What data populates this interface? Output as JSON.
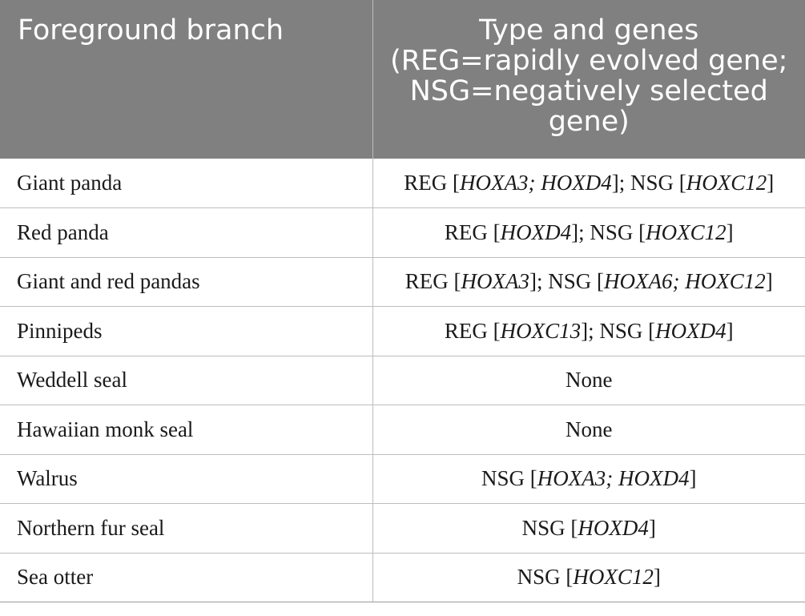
{
  "table": {
    "headers": [
      "Foreground branch",
      "Type and genes (REG=rapidly evolved gene; NSG=negatively selected gene)"
    ],
    "rows": [
      {
        "branch": "Giant panda",
        "genes": [
          {
            "t": "REG ["
          },
          {
            "t": "HOXA3; HOXD4",
            "i": true
          },
          {
            "t": "]; NSG ["
          },
          {
            "t": "HOXC12",
            "i": true
          },
          {
            "t": "]"
          }
        ]
      },
      {
        "branch": "Red panda",
        "genes": [
          {
            "t": "REG ["
          },
          {
            "t": "HOXD4",
            "i": true
          },
          {
            "t": "]; NSG ["
          },
          {
            "t": "HOXC12",
            "i": true
          },
          {
            "t": "]"
          }
        ]
      },
      {
        "branch": "Giant and red pandas",
        "genes": [
          {
            "t": "REG ["
          },
          {
            "t": "HOXA3",
            "i": true
          },
          {
            "t": "]; NSG ["
          },
          {
            "t": "HOXA6; HOXC12",
            "i": true
          },
          {
            "t": "]"
          }
        ]
      },
      {
        "branch": "Pinnipeds",
        "genes": [
          {
            "t": "REG ["
          },
          {
            "t": "HOXC13",
            "i": true
          },
          {
            "t": "]; NSG ["
          },
          {
            "t": "HOXD4",
            "i": true
          },
          {
            "t": "]"
          }
        ]
      },
      {
        "branch": "Weddell seal",
        "genes": [
          {
            "t": "None"
          }
        ]
      },
      {
        "branch": "Hawaiian monk seal",
        "genes": [
          {
            "t": "None"
          }
        ]
      },
      {
        "branch": "Walrus",
        "genes": [
          {
            "t": "NSG ["
          },
          {
            "t": "HOXA3; HOXD4",
            "i": true
          },
          {
            "t": "]"
          }
        ]
      },
      {
        "branch": "Northern fur seal",
        "genes": [
          {
            "t": "NSG ["
          },
          {
            "t": "HOXD4",
            "i": true
          },
          {
            "t": "]"
          }
        ]
      },
      {
        "branch": "Sea otter",
        "genes": [
          {
            "t": "NSG ["
          },
          {
            "t": "HOXC12",
            "i": true
          },
          {
            "t": "]"
          }
        ]
      }
    ]
  }
}
